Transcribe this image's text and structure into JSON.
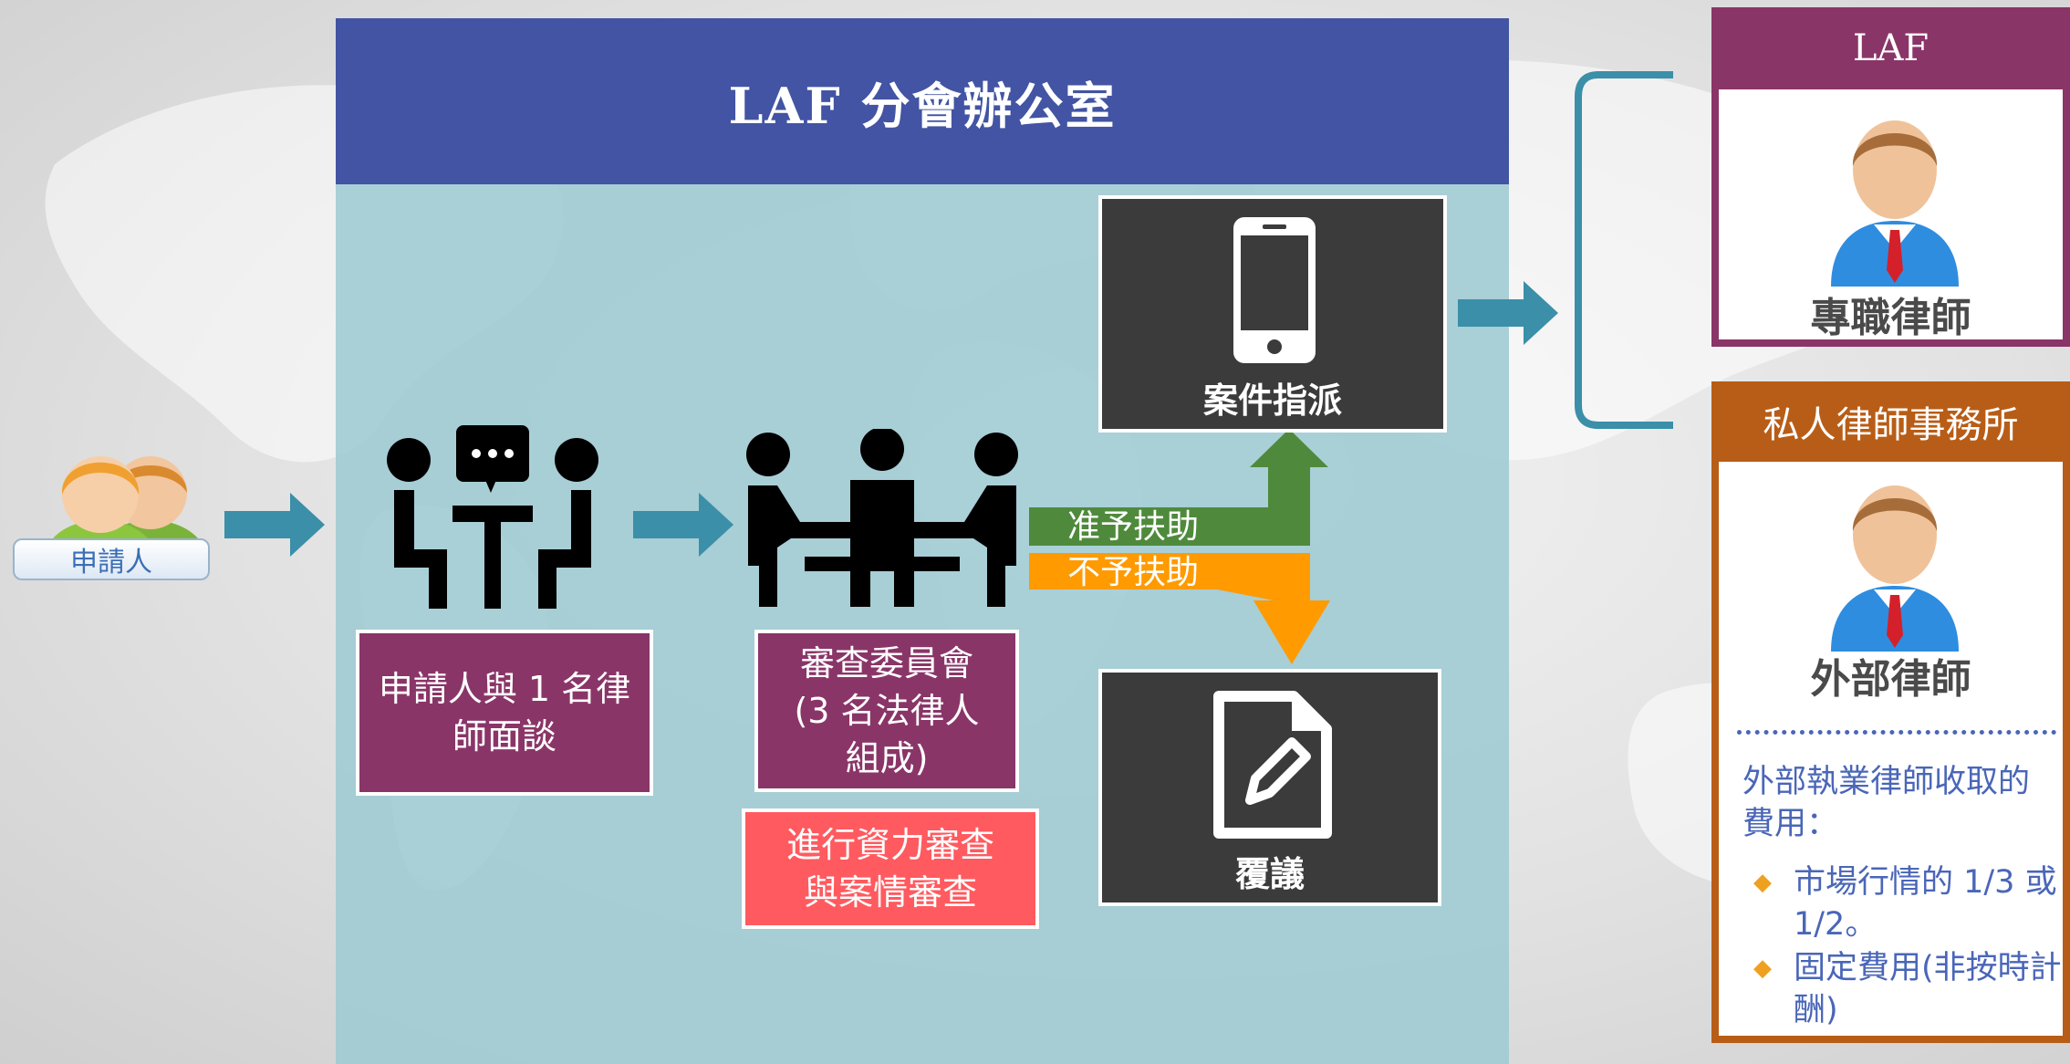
{
  "panel": {
    "title": "LAF 分會辦公室"
  },
  "applicant": {
    "label": "申請人"
  },
  "steps": {
    "interview": "申請人與 1 名律師面談",
    "committee": "審查委員會 (3 名法律人組成)",
    "review": "進行資力審查與案情審查"
  },
  "decisions": {
    "approved": "准予扶助",
    "denied": "不予扶助"
  },
  "outcomes": {
    "assignment": "案件指派",
    "reconsideration": "覆議"
  },
  "laf_card": {
    "title": "LAF",
    "role": "專職律師"
  },
  "private_card": {
    "title": "私人律師事務所",
    "role": "外部律師",
    "fee_intro": "外部執業律師收取的費用：",
    "fee_items": [
      "市場行情的 1/3 或 1/2。",
      "固定費用(非按時計酬)"
    ]
  },
  "colors": {
    "header": "#4254a3",
    "panel": "#9ec9d3",
    "purple": "#8a3568",
    "coral": "#ff5a5f",
    "dark": "#3b3b3b",
    "green": "#4f8a3c",
    "orange": "#ff9a00",
    "teal": "#3b8fa8",
    "brown": "#b85d17"
  }
}
